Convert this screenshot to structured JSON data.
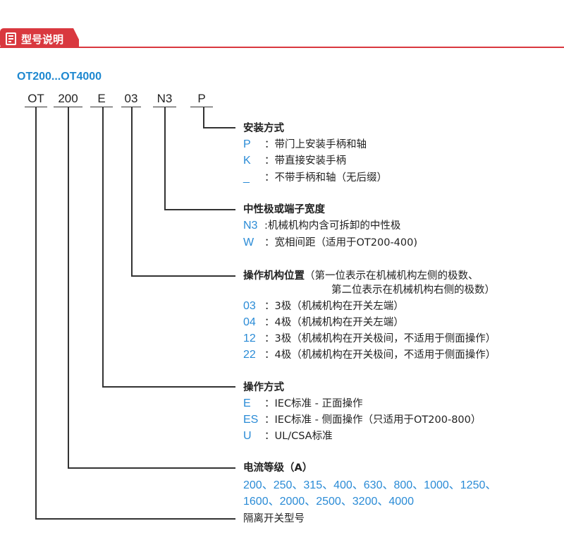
{
  "header": {
    "title": "型号说明",
    "icon": "document-icon"
  },
  "model_range": "OT200...OT4000",
  "codes": [
    "OT",
    "200",
    "E",
    "03",
    "N3",
    "P"
  ],
  "sections": {
    "mount": {
      "title": "安装方式",
      "items": [
        {
          "code": "P",
          "text": "：带门上安装手柄和轴"
        },
        {
          "code": "K",
          "text": "：带直接安装手柄"
        },
        {
          "code": "_",
          "text": "：不带手柄和轴（无后缀）"
        }
      ]
    },
    "neutral": {
      "title": "中性极或端子宽度",
      "items": [
        {
          "code": "N3",
          "text": ":机械机构内含可拆卸的中性极"
        },
        {
          "code": "W",
          "text": "：宽相间距（适用于OT200-400)"
        }
      ]
    },
    "position": {
      "title": "操作机构位置",
      "note1": "（第一位表示在机械机构左侧的极数、",
      "note2": "第二位表示在机械机构右侧的极数）",
      "items": [
        {
          "code": "03",
          "text": "：3极（机械机构在开关左端）"
        },
        {
          "code": "04",
          "text": "：4极（机械机构在开关左端）"
        },
        {
          "code": "12",
          "text": "：3极（机械机构在开关极间，不适用于侧面操作）"
        },
        {
          "code": "22",
          "text": "：4极（机械机构在开关极间，不适用于侧面操作）"
        }
      ]
    },
    "operation": {
      "title": "操作方式",
      "items": [
        {
          "code": "E",
          "text": "：IEC标准 - 正面操作"
        },
        {
          "code": "ES",
          "text": "：IEC标准 - 侧面操作（只适用于OT200-800）"
        },
        {
          "code": "U",
          "text": "：UL/CSA标准"
        }
      ]
    },
    "current": {
      "title": "电流等级（A）",
      "line1": "200、250、315、400、630、800、1000、1250、",
      "line2": "1600、2000、2500、3200、4000"
    },
    "type": {
      "title": "隔离开关型号"
    }
  }
}
